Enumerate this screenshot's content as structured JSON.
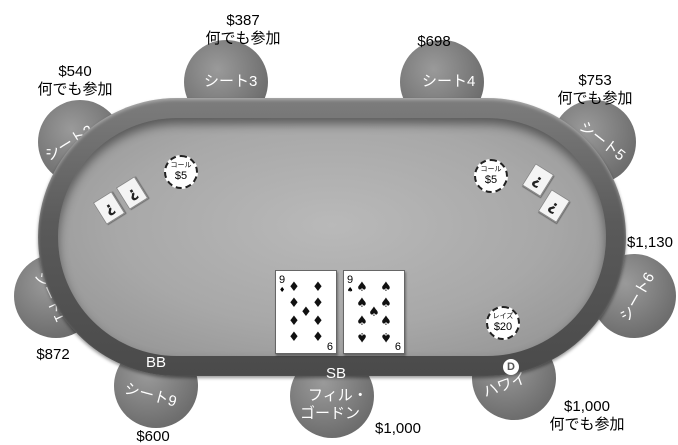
{
  "seats": [
    {
      "label": "シート3",
      "stack": "$387",
      "status": "何でも参加"
    },
    {
      "label": "シート4",
      "stack": "$698"
    },
    {
      "label": "シート2",
      "stack": "$540",
      "status": "何でも参加"
    },
    {
      "label": "シート5",
      "stack": "$753",
      "status": "何でも参加"
    },
    {
      "label": "シート1",
      "stack": "$872"
    },
    {
      "label": "シート6",
      "stack": "$1,130"
    },
    {
      "label": "シート9",
      "stack": "$600",
      "position": "BB"
    },
    {
      "label_line1": "フィル・",
      "label_line2": "ゴードン",
      "stack": "$1,000",
      "position": "SB"
    },
    {
      "label": "ハワイ",
      "stack": "$1,000",
      "status": "何でも参加",
      "dealer": "D"
    }
  ],
  "bets": {
    "seat2": {
      "action": "コール",
      "amount": "$5"
    },
    "seat5": {
      "action": "コール",
      "amount": "$5"
    },
    "hawaii": {
      "action": "レイズ",
      "amount": "$20"
    }
  },
  "hidden_card_glyph": "¿",
  "hole_cards": [
    {
      "rank": "9",
      "bottom_rank": "6",
      "suit": "diamonds",
      "pips": "♦"
    },
    {
      "rank": "9",
      "bottom_rank": "6",
      "suit": "spades",
      "pips": "♠"
    }
  ],
  "colors": {
    "felt": "#a8a8a8",
    "rail": "#5a5a5a",
    "seat": "#6f6f6f"
  }
}
